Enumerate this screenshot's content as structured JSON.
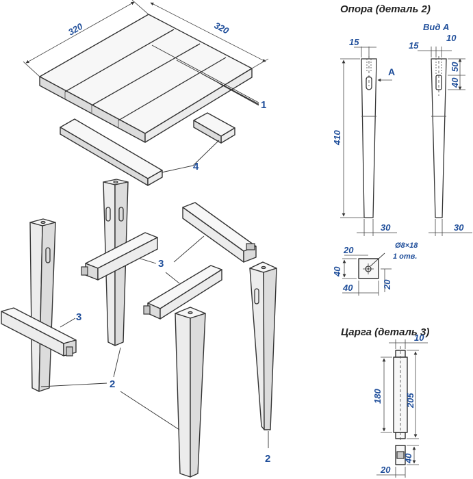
{
  "titles": {
    "support": "Опора (деталь 2)",
    "view_a": "Вид А",
    "rail": "Царга (деталь 3)"
  },
  "seat_dims": {
    "width": "320",
    "depth": "320"
  },
  "callouts": {
    "seat_boards": "1",
    "seat_crossbar": "4",
    "rail": "3",
    "leg": "2"
  },
  "support_dims": {
    "top_offset": "15",
    "arrow_label": "A",
    "height": "410",
    "bottom_width": "30"
  },
  "view_a_dims": {
    "offset": "15",
    "slot_width": "10",
    "slot_top": "50",
    "slot_len": "40",
    "bottom_width": "30"
  },
  "top_view_dims": {
    "hole": "Ø8×18",
    "hole_count": "1 отв.",
    "hole_x": "20",
    "side_h": "40",
    "side_w": "40",
    "hole_y": "20"
  },
  "rail_dims": {
    "tenon_w": "10",
    "inner_len": "180",
    "total_len": "205",
    "section_h": "40",
    "section_w": "20"
  }
}
